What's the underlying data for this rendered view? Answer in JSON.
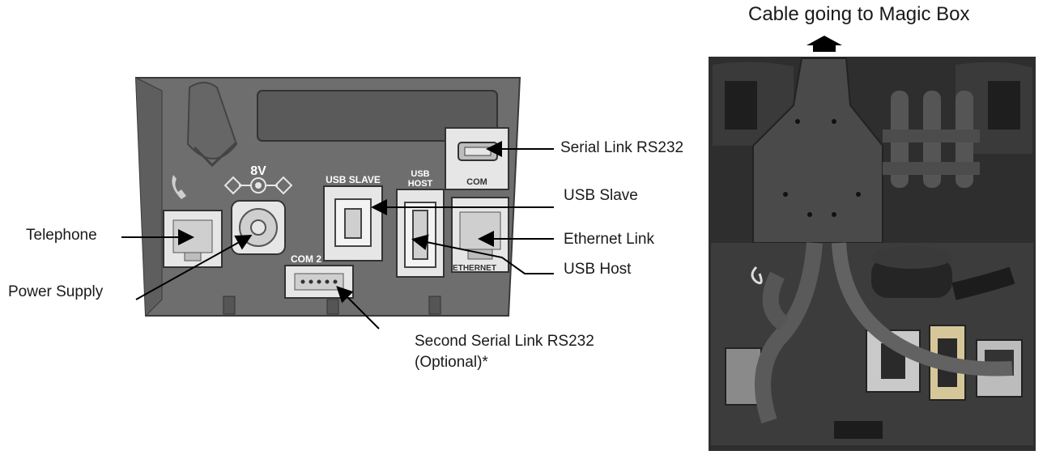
{
  "panel": {
    "top_markings": {
      "voltage": "8V",
      "usb_slave": "USB SLAVE",
      "usb_host_line1": "USB",
      "usb_host_line2": "HOST",
      "com": "COM",
      "com2": "COM 2",
      "ethernet": "ETHERNET"
    }
  },
  "callouts": {
    "serial_link": "Serial Link RS232",
    "usb_slave": "USB Slave",
    "ethernet_link": "Ethernet Link",
    "usb_host": "USB Host",
    "telephone": "Telephone",
    "power_supply": "Power Supply",
    "second_serial_line1": "Second Serial Link RS232",
    "second_serial_line2": "(Optional)*"
  },
  "photo": {
    "caption": "Cable going to Magic Box"
  },
  "colors": {
    "device_body": "#6e6e6e",
    "device_dark": "#3a3a3a",
    "port_light": "#e6e6e6",
    "photo_dark": "#2e2e2e"
  }
}
